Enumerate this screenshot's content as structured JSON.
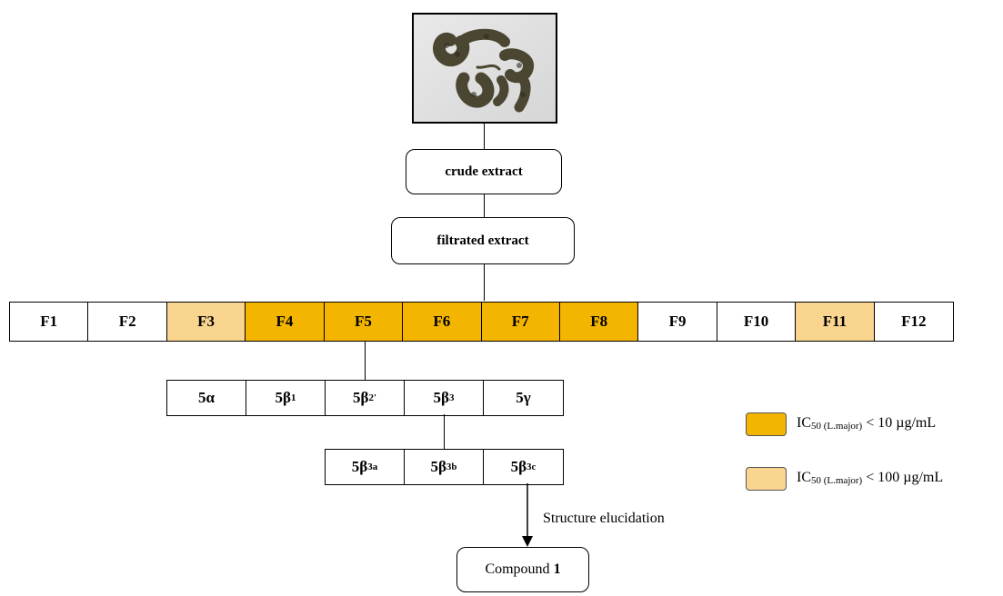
{
  "steps": {
    "crude": "crude extract",
    "filtrated": "filtrated extract"
  },
  "fractions": [
    {
      "label": "F1",
      "color": "#ffffff"
    },
    {
      "label": "F2",
      "color": "#ffffff"
    },
    {
      "label": "F3",
      "color": "#f9d58f"
    },
    {
      "label": "F4",
      "color": "#f3b500"
    },
    {
      "label": "F5",
      "color": "#f3b500"
    },
    {
      "label": "F6",
      "color": "#f3b500"
    },
    {
      "label": "F7",
      "color": "#f3b500"
    },
    {
      "label": "F8",
      "color": "#f3b500"
    },
    {
      "label": "F9",
      "color": "#ffffff"
    },
    {
      "label": "F10",
      "color": "#ffffff"
    },
    {
      "label": "F11",
      "color": "#f9d58f"
    },
    {
      "label": "F12",
      "color": "#ffffff"
    }
  ],
  "subfractions": [
    {
      "base": "5α",
      "sub": ""
    },
    {
      "base": "5β",
      "sub": "1"
    },
    {
      "base": "5β",
      "sub": "2'"
    },
    {
      "base": "5β",
      "sub": "3"
    },
    {
      "base": "5γ",
      "sub": ""
    }
  ],
  "subsubfractions": [
    {
      "base": "5β",
      "sub": "3a"
    },
    {
      "base": "5β",
      "sub": "3b"
    },
    {
      "base": "5β",
      "sub": "3c"
    }
  ],
  "arrow_label": "Structure elucidation",
  "compound": {
    "prefix": "Compound ",
    "number": "1"
  },
  "legend": [
    {
      "color": "#f3b500",
      "prefix": "IC",
      "sub": "50 (L.major)",
      "suffix": " < 10 µg/mL"
    },
    {
      "color": "#f9d58f",
      "prefix": "IC",
      "sub": "50 (L.major)",
      "suffix": " < 100 µg/mL"
    }
  ]
}
